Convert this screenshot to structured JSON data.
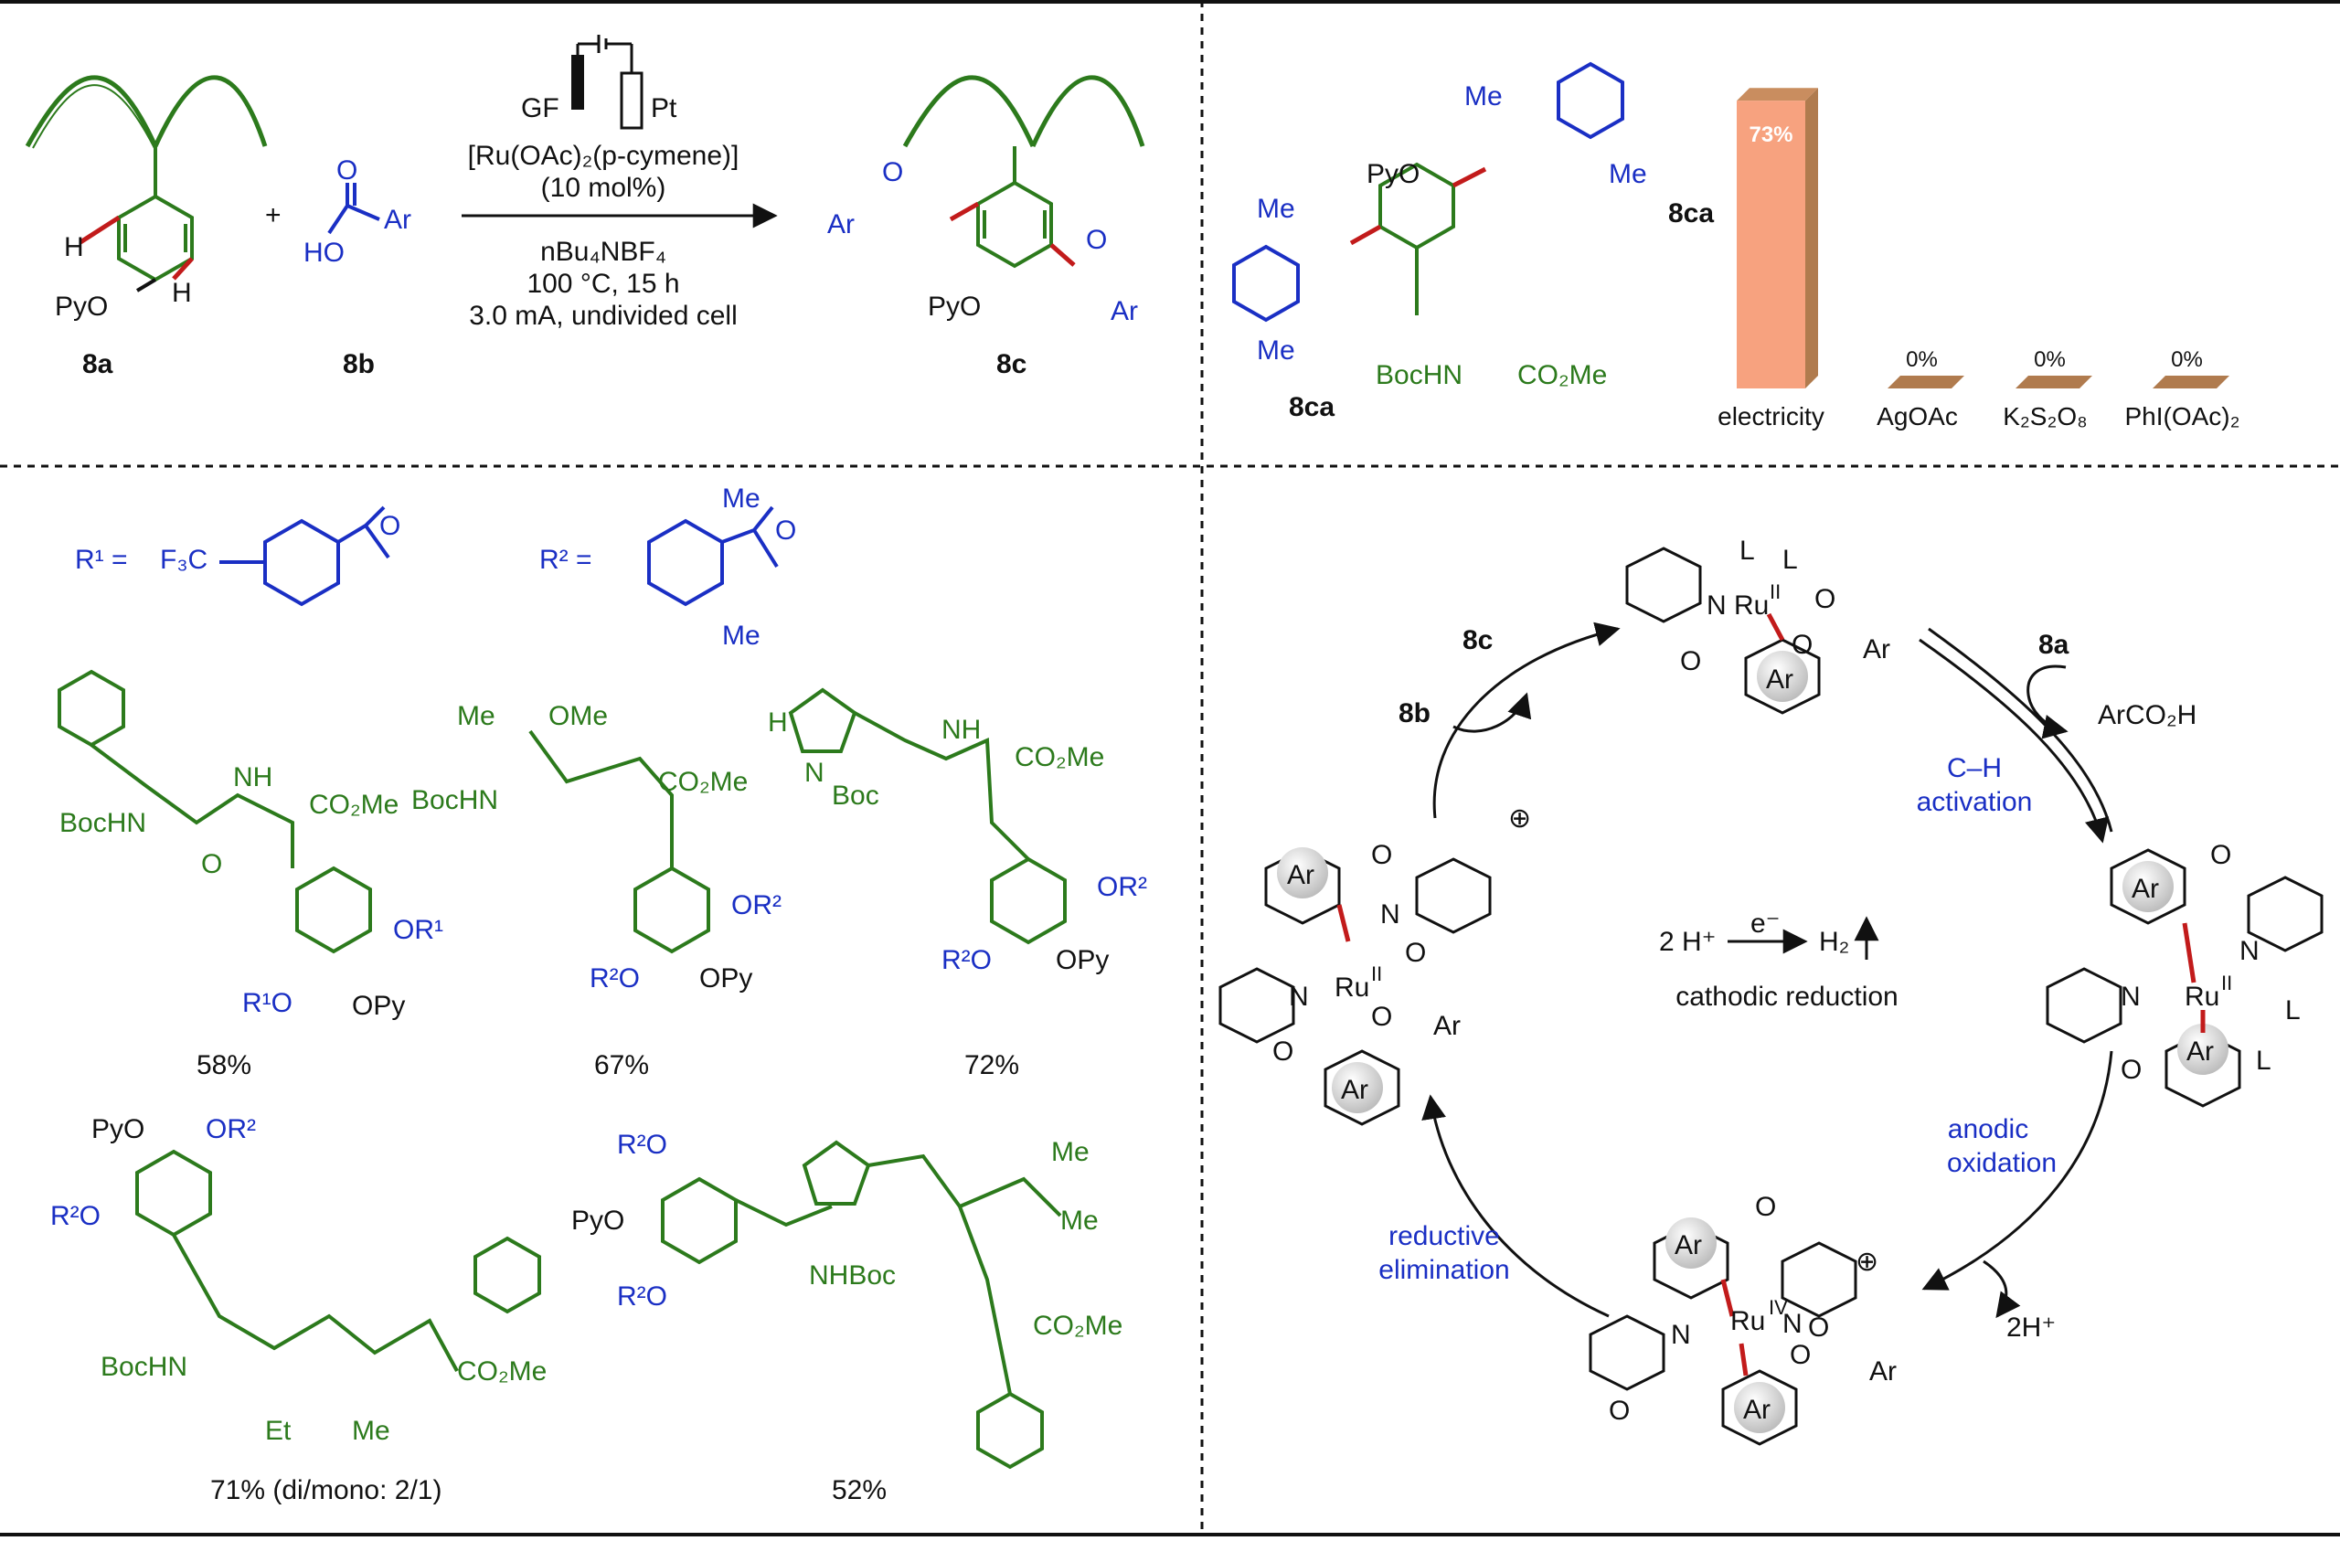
{
  "scheme": {
    "compound_8a": "8a",
    "compound_8b": "8b",
    "compound_8c": "8c",
    "compound_8ca": "8ca",
    "plus": "+",
    "electrode_anode": "GF",
    "electrode_cathode": "Pt",
    "catalyst": "[Ru(OAc)₂(p-cymene)]",
    "catalyst_loading": "(10 mol%)",
    "electrolyte": "nBu₄NBF₄",
    "temperature_time": "100 °C, 15 h",
    "current_cell": "3.0 mA, undivided cell",
    "label_H": "H",
    "label_PyO": "PyO",
    "label_Ar": "Ar",
    "label_HO": "HO",
    "label_O": "O",
    "label_Me": "Me",
    "label_BocHN": "BocHN",
    "label_CO2Me": "CO₂Me"
  },
  "oxidant_chart": {
    "chart_data": {
      "type": "bar",
      "categories": [
        "electricity",
        "AgOAc",
        "K₂S₂O₈",
        "PhI(OAc)₂"
      ],
      "values": [
        73,
        0,
        0,
        0
      ],
      "value_labels": [
        "73%",
        "0%",
        "0%",
        "0%"
      ],
      "ylim": [
        0,
        80
      ],
      "colors": [
        "#f7a27f",
        "#b07b4e",
        "#b07b4e",
        "#b07b4e"
      ]
    }
  },
  "scope": {
    "r1_label": "R¹ =",
    "r2_label": "R² =",
    "r1_group": "F₃C",
    "yields": [
      "58%",
      "67%",
      "72%",
      "71% (di/mono: 2/1)",
      "52%"
    ],
    "labels": {
      "BocHN": "BocHN",
      "CO2Me": "CO₂Me",
      "OR1": "OR¹",
      "R1O": "R¹O",
      "OPy": "OPy",
      "OR2": "OR²",
      "R2O": "R²O",
      "PyO": "PyO",
      "Me": "Me",
      "OMe": "OMe",
      "H": "H",
      "N": "N",
      "NH": "NH",
      "Boc": "Boc",
      "O": "O",
      "Et": "Et",
      "NHBoc": "NHBoc"
    }
  },
  "cycle": {
    "ru_II": "Ru",
    "ru_IV": "Ru",
    "ox_II": "II",
    "ox_IV": "IV",
    "ligand_L": "L",
    "ring_Ar": "Ar",
    "N": "N",
    "O": "O",
    "step_8c": "8c",
    "step_8b": "8b",
    "step_8a": "8a",
    "byproduct": "ArCO₂H",
    "ch_activation_1": "C–H",
    "ch_activation_2": "activation",
    "anodic_1": "anodic",
    "anodic_2": "oxidation",
    "reductive_1": "reductive",
    "reductive_2": "elimination",
    "two_h_plus": "2H⁺",
    "center_left": "2 H⁺",
    "center_electron": "e⁻",
    "center_right": "H₂",
    "cathodic": "cathodic reduction",
    "charge": "⊕"
  }
}
